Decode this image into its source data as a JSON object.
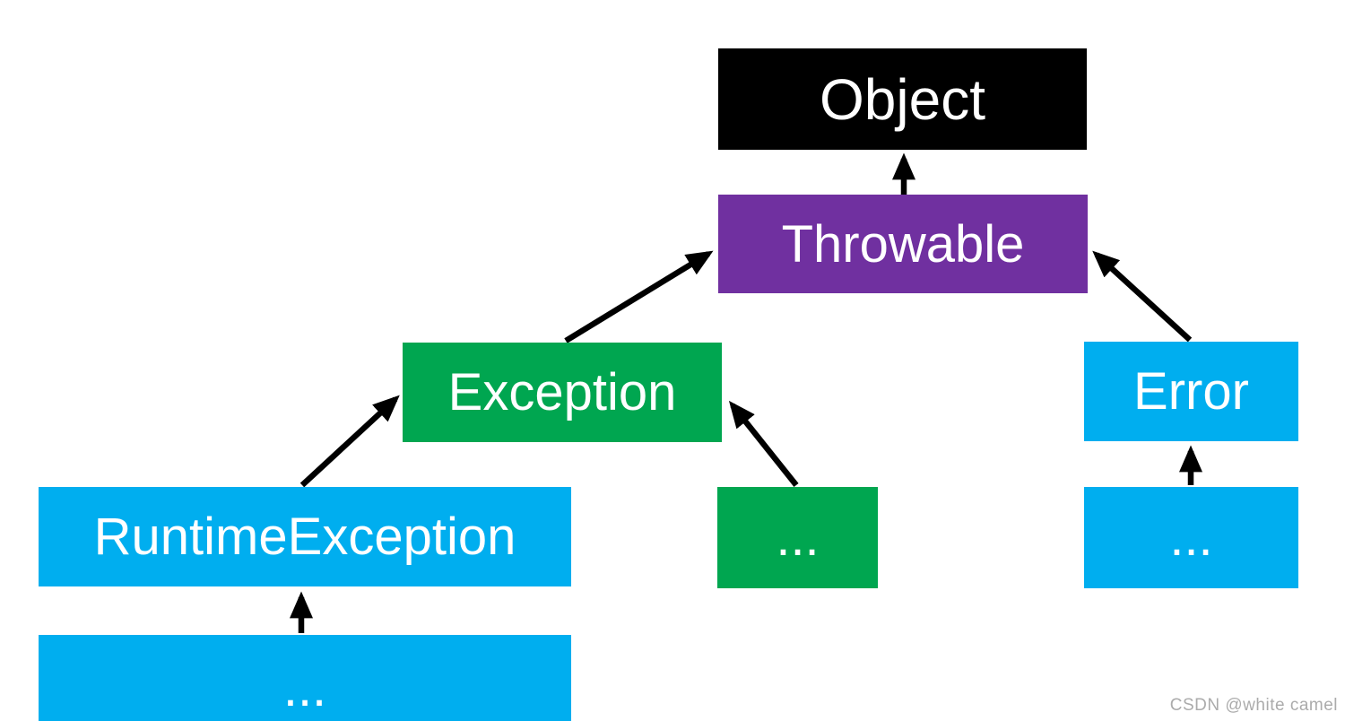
{
  "diagram": {
    "type": "class-hierarchy",
    "nodes": {
      "object": {
        "label": "Object",
        "color": "#000000",
        "text_color": "#ffffff"
      },
      "throwable": {
        "label": "Throwable",
        "color": "#7030a0",
        "text_color": "#ffffff"
      },
      "exception": {
        "label": "Exception",
        "color": "#00a650",
        "text_color": "#ffffff"
      },
      "error": {
        "label": "Error",
        "color": "#00aeef",
        "text_color": "#ffffff"
      },
      "runtime_exception": {
        "label": "RuntimeException",
        "color": "#00aeef",
        "text_color": "#ffffff"
      },
      "exception_more": {
        "label": "...",
        "color": "#00a650",
        "text_color": "#ffffff"
      },
      "error_more": {
        "label": "...",
        "color": "#00aeef",
        "text_color": "#ffffff"
      },
      "runtime_more": {
        "label": "...",
        "color": "#00aeef",
        "text_color": "#ffffff"
      }
    },
    "edges": [
      {
        "from": "throwable",
        "to": "object"
      },
      {
        "from": "exception",
        "to": "throwable"
      },
      {
        "from": "error",
        "to": "throwable"
      },
      {
        "from": "runtime_exception",
        "to": "exception"
      },
      {
        "from": "exception_more",
        "to": "exception"
      },
      {
        "from": "error_more",
        "to": "error"
      },
      {
        "from": "runtime_more",
        "to": "runtime_exception"
      }
    ],
    "arrow_color": "#000000"
  },
  "watermark": {
    "text": "CSDN @white camel",
    "color": "#ababab"
  }
}
